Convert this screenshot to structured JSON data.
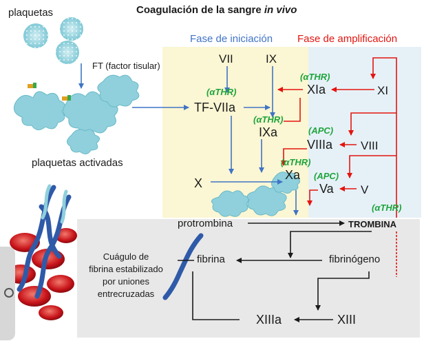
{
  "title_prefix": "Coagulación de la sangre ",
  "title_emph": "in vivo",
  "labels": {
    "plaquetas": "plaquetas",
    "ft": "FT (factor tisular)",
    "plaquetas_activadas": "plaquetas activadas",
    "fase_iniciacion": "Fase de iniciación",
    "fase_amplificacion": "Fase de amplificación",
    "protrombina": "protrombina",
    "trombina": "TROMBINA",
    "fibrina": "fibrina",
    "fibrinogeno": "fibrinógeno",
    "coagulo_1": "Cuágulo de",
    "coagulo_2": "fibrina estabilizado",
    "coagulo_3": "por uniones",
    "coagulo_4": "entrecruzadas"
  },
  "factors": {
    "vii": "VII",
    "ix": "IX",
    "tf_viia": "TF-VIIa",
    "ixa": "IXa",
    "x": "X",
    "xa": "Xa",
    "xia": "XIa",
    "xi": "XI",
    "viiia": "VIIIa",
    "viii": "VIII",
    "va": "Va",
    "v": "V",
    "xiiia": "XIIIa",
    "xiii": "XIII"
  },
  "cofactors": {
    "athr_1": "(αTHR)",
    "athr_2": "(αTHR)",
    "athr_3": "(αTHR)",
    "athr_4": "(αTHR)",
    "athr_5": "(αTHR)",
    "apc_1": "(APC)",
    "apc_2": "(APC)"
  },
  "colors": {
    "blue_arrow": "#3f74c6",
    "red_arrow": "#e4140f",
    "black_arrow": "#1a1a1a",
    "green_label": "#1ea43c",
    "init_panel": "#fbf6d3",
    "amp_panel": "#e6f1f7",
    "bottom_panel": "#e8e8e8",
    "platelet": "#7fc9d6",
    "fibrin_strand": "#2f5aa8",
    "red_cell": "#c8141a"
  }
}
